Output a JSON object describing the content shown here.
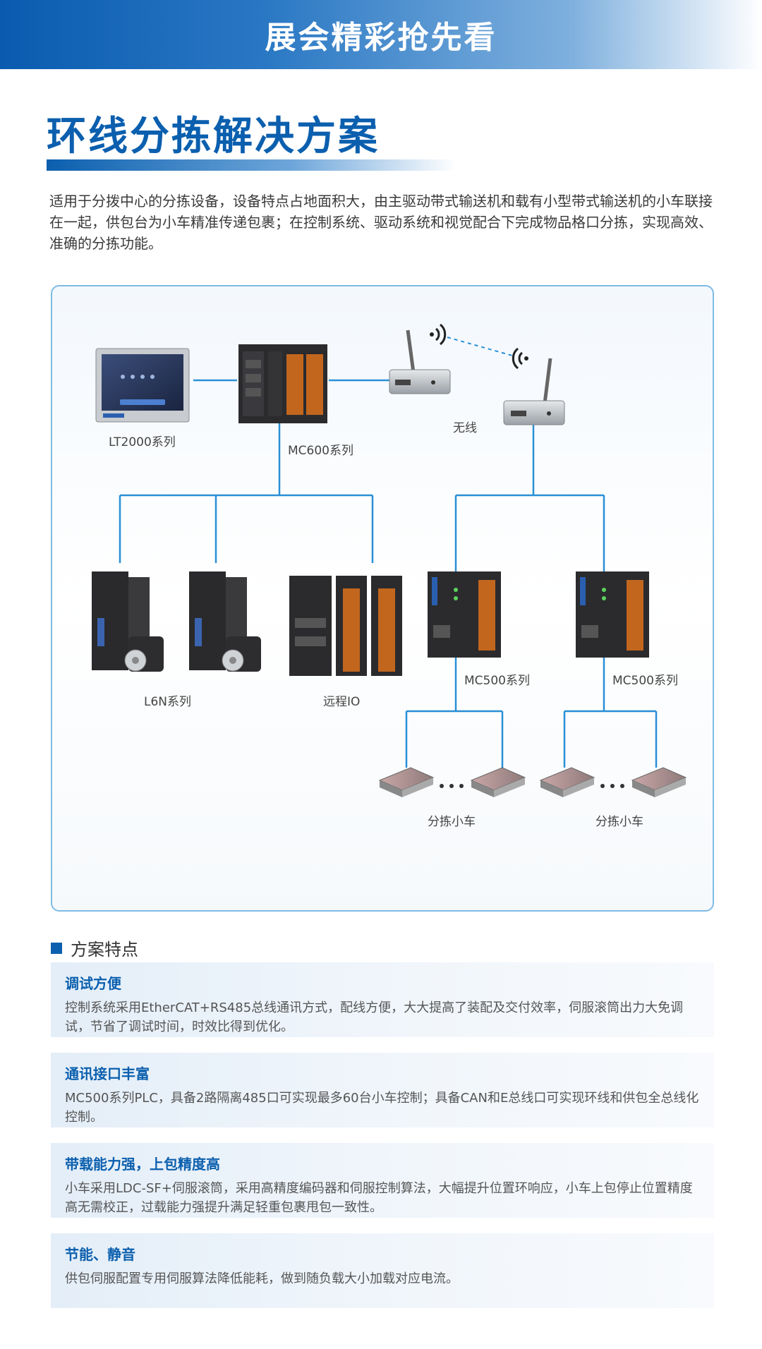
{
  "banner": {
    "title": "展会精彩抢先看"
  },
  "page": {
    "title": "环线分拣解决方案",
    "intro": "适用于分拨中心的分拣设备，设备特点占地面积大，由主驱动带式输送机和载有小型带式输送机的小车联接在一起，供包台为小车精准传递包裹；在控制系统、驱动系统和视觉配合下完成物品格口分拣，实现高效、准确的分拣功能。"
  },
  "diagram": {
    "labels": {
      "lt2000": "LT2000系列",
      "mc600": "MC600系列",
      "wireless": "无线",
      "l6n": "L6N系列",
      "remote_io": "远程IO",
      "mc500_a": "MC500系列",
      "mc500_b": "MC500系列",
      "cart_a": "分拣小车",
      "cart_b": "分拣小车"
    },
    "colors": {
      "line": "#2a8fd6",
      "border": "#7fbbe4"
    }
  },
  "features": {
    "heading": "方案特点",
    "items": [
      {
        "title": "调试方便",
        "body": "控制系统采用EtherCAT+RS485总线通讯方式，配线方便，大大提高了装配及交付效率，伺服滚筒出力大免调试，节省了调试时间，时效比得到优化。"
      },
      {
        "title": "通讯接口丰富",
        "body": "MC500系列PLC，具备2路隔离485口可实现最多60台小车控制；具备CAN和E总线口可实现环线和供包全总线化控制。"
      },
      {
        "title": "带载能力强，上包精度高",
        "body": "小车采用LDC-SF+伺服滚筒，采用高精度编码器和伺服控制算法，大幅提升位置环响应，小车上包停止位置精度高无需校正，过载能力强提升满足轻重包裹甩包一致性。"
      },
      {
        "title": "节能、静音",
        "body": "供包伺服配置专用伺服算法降低能耗，做到随负载大小加载对应电流。"
      }
    ]
  }
}
